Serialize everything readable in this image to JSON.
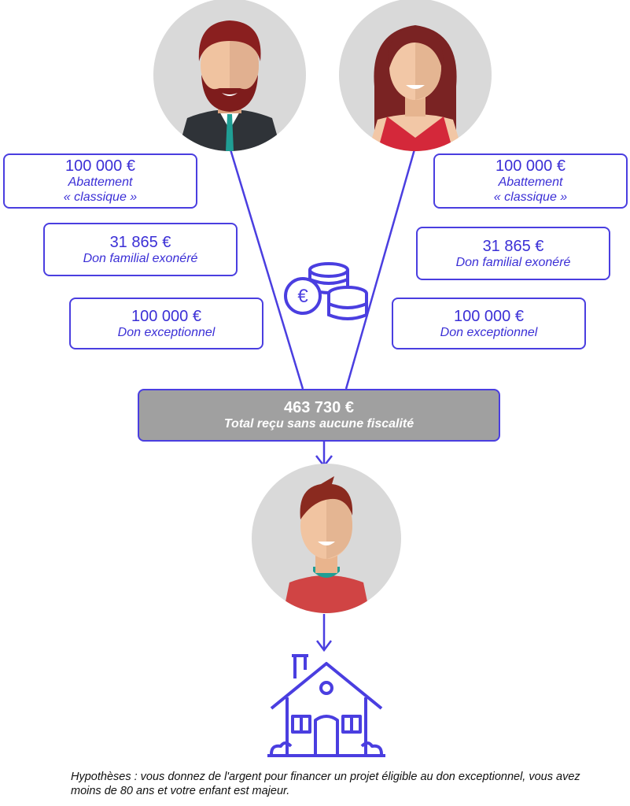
{
  "donors": {
    "left": {
      "abattement": {
        "amount": "100 000 €",
        "label_line1": "Abattement",
        "label_line2": "« classique »"
      },
      "familial": {
        "amount": "31 865 €",
        "label": "Don familial exonéré"
      },
      "exceptionnel": {
        "amount": "100 000 €",
        "label": "Don exceptionnel"
      }
    },
    "right": {
      "abattement": {
        "amount": "100 000 €",
        "label_line1": "Abattement",
        "label_line2": "« classique »"
      },
      "familial": {
        "amount": "31 865 €",
        "label": "Don familial exonéré"
      },
      "exceptionnel": {
        "amount": "100 000 €",
        "label": "Don exceptionnel"
      }
    }
  },
  "total": {
    "amount": "463 730 €",
    "label": "Total reçu sans aucune fiscalité"
  },
  "footnote": "Hypothèses : vous donnez de l'argent pour financer un projet éligible au don exceptionnel, vous avez moins de 80 ans et votre enfant est majeur.",
  "icons": [
    "father-avatar-icon",
    "mother-avatar-icon",
    "coins-euro-icon",
    "child-avatar-icon",
    "house-icon"
  ],
  "colors": {
    "accent": "#4a3ee0",
    "total_box": "#a0a0a0",
    "avatar_bg": "#d9d9d9"
  }
}
